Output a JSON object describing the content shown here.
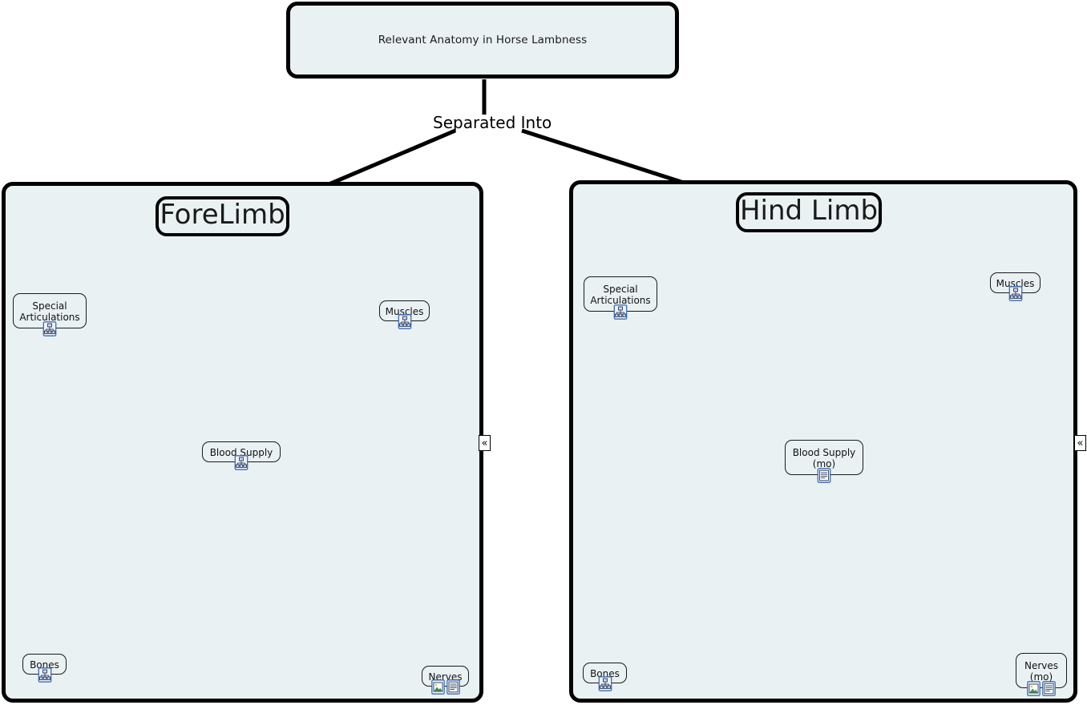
{
  "map": {
    "root": {
      "label": "Relevant Anatomy in Horse Lambness"
    },
    "edge_label": "Separated Into",
    "branches": [
      {
        "id": "forelimb",
        "label": "ForeLimb",
        "collapse_glyph": "«",
        "nodes": [
          {
            "id": "special-articulations",
            "label": "Special\nArticulations",
            "icons": [
              "submap-icon"
            ]
          },
          {
            "id": "muscles",
            "label": "Muscles",
            "icons": [
              "submap-icon"
            ]
          },
          {
            "id": "blood-supply",
            "label": "Blood Supply",
            "icons": [
              "submap-icon"
            ]
          },
          {
            "id": "bones",
            "label": "Bones",
            "icons": [
              "submap-icon"
            ]
          },
          {
            "id": "nerves",
            "label": "Nerves",
            "icons": [
              "image-icon",
              "note-icon"
            ]
          }
        ]
      },
      {
        "id": "hindlimb",
        "label": "Hind Limb",
        "collapse_glyph": "«",
        "nodes": [
          {
            "id": "special-articulations",
            "label": "Special\nArticulations",
            "icons": [
              "submap-icon"
            ]
          },
          {
            "id": "muscles",
            "label": "Muscles",
            "icons": [
              "submap-icon"
            ]
          },
          {
            "id": "blood-supply",
            "label": "Blood Supply\n(mo)",
            "icons": [
              "note-icon"
            ]
          },
          {
            "id": "bones",
            "label": "Bones",
            "icons": [
              "submap-icon"
            ]
          },
          {
            "id": "nerves",
            "label": "Nerves\n(mo)",
            "icons": [
              "image-icon",
              "note-icon"
            ]
          }
        ]
      }
    ],
    "colors": {
      "node_fill": "#eaf1f3",
      "outline": "#000000",
      "canvas": "#ffffff",
      "icon_border": "#3c6eb4"
    }
  }
}
